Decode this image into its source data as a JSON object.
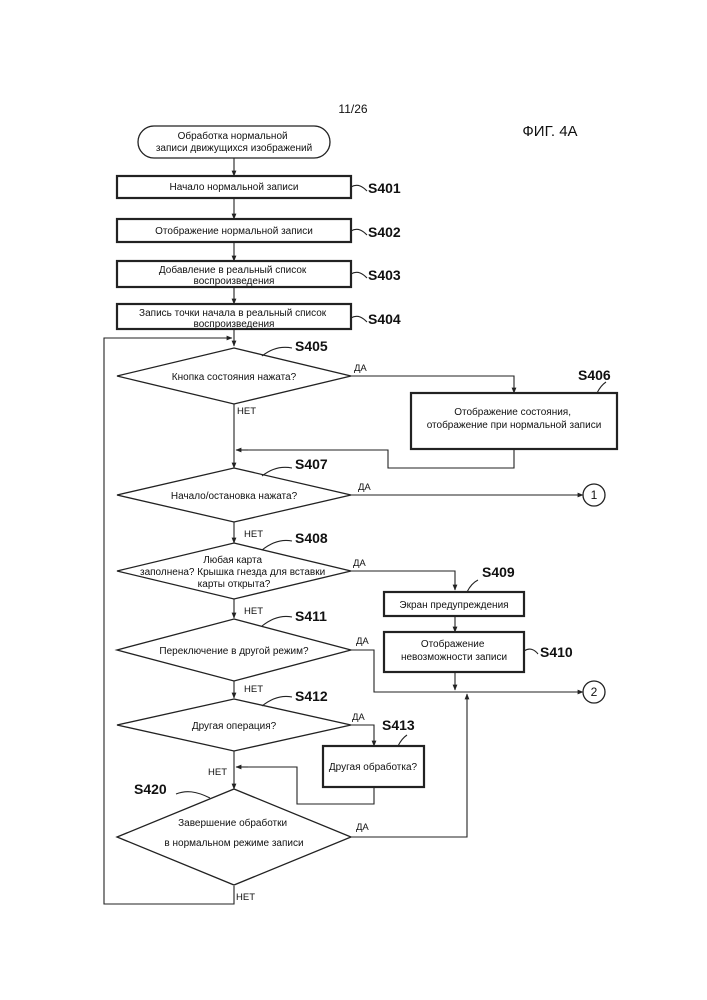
{
  "page_number": "11/26",
  "figure_label": "ФИГ. 4А",
  "start": {
    "lines": [
      "Обработка нормальной",
      "записи движущихся изображений"
    ]
  },
  "steps": {
    "s401": {
      "label": "S401",
      "lines": [
        "Начало нормальной записи"
      ]
    },
    "s402": {
      "label": "S402",
      "lines": [
        "Отображение нормальной записи"
      ]
    },
    "s403": {
      "label": "S403",
      "lines": [
        "Добавление в реальный список",
        "воспроизведения"
      ]
    },
    "s404": {
      "label": "S404",
      "lines": [
        "Запись точки начала в реальный список",
        "воспроизведения"
      ]
    },
    "s406": {
      "label": "S406",
      "lines": [
        "Отображение состояния,",
        "отображение при нормальной записи"
      ]
    },
    "s409": {
      "label": "S409",
      "lines": [
        "Экран предупреждения"
      ]
    },
    "s410": {
      "label": "S410",
      "lines": [
        "Отображение",
        "невозможности записи"
      ]
    },
    "s413": {
      "label": "S413",
      "lines": [
        "Другая обработка?"
      ]
    }
  },
  "decisions": {
    "s405": {
      "label": "S405",
      "lines": [
        "Кнопка состояния нажата?"
      ]
    },
    "s407": {
      "label": "S407",
      "lines": [
        "Начало/остановка нажата?"
      ]
    },
    "s408": {
      "label": "S408",
      "lines": [
        "Любая карта",
        "заполнена? Крышка гнезда для вставки",
        "карты открыта?"
      ]
    },
    "s411": {
      "label": "S411",
      "lines": [
        "Переключение в другой режим?"
      ]
    },
    "s412": {
      "label": "S412",
      "lines": [
        "Другая операция?"
      ]
    },
    "s420": {
      "label": "S420",
      "lines": [
        "Завершение обработки",
        "в нормальном режиме записи"
      ]
    }
  },
  "yes_label": "ДА",
  "no_label": "НЕТ",
  "connectors": [
    "1",
    "2"
  ]
}
